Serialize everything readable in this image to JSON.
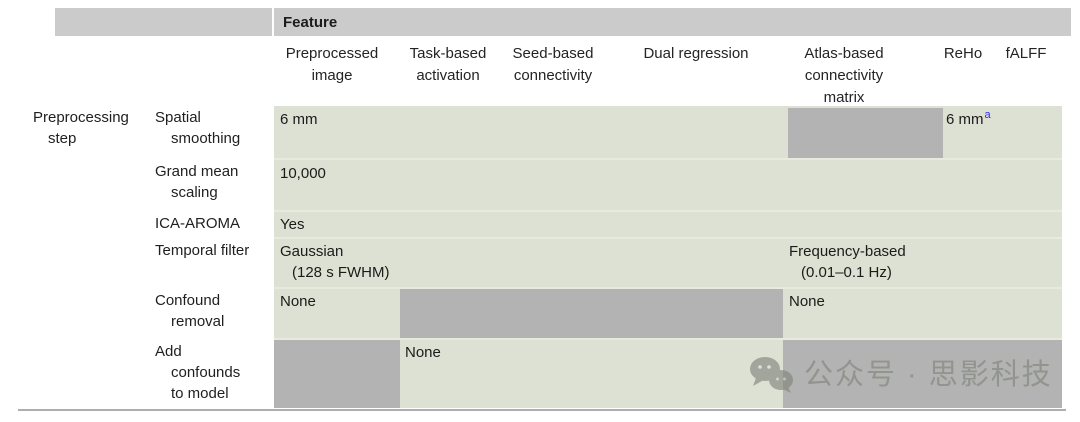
{
  "header": {
    "feature": "Feature"
  },
  "columns": [
    {
      "label": "Preprocessed\nimage"
    },
    {
      "label": "Task-based\nactivation"
    },
    {
      "label": "Seed-based\nconnectivity"
    },
    {
      "label": "Dual regression"
    },
    {
      "label": "Atlas-based\nconnectivity\nmatrix"
    },
    {
      "label": "ReHo"
    },
    {
      "label": "fALFF"
    }
  ],
  "row_group": {
    "label": "Preprocessing\nstep"
  },
  "rows": [
    {
      "label": "Spatial\nsmoothing",
      "preprocessed_image": "6 mm",
      "reho": "6 mm",
      "reho_footnote": "a"
    },
    {
      "label": "Grand mean\nscaling",
      "preprocessed_image": "10,000"
    },
    {
      "label": "ICA-AROMA",
      "preprocessed_image": "Yes"
    },
    {
      "label": "Temporal filter",
      "preprocessed_image": "Gaussian\n(128 s FWHM)",
      "atlas_based": "Frequency-based\n(0.01–0.1 Hz)"
    },
    {
      "label": "Confound\nremoval",
      "preprocessed_image": "None",
      "atlas_based": "None"
    },
    {
      "label": "Add\nconfounds\nto model",
      "task_based": "None"
    }
  ],
  "watermark": {
    "icon": "wechat-icon",
    "text": "公众号 · 思影科技"
  },
  "colors": {
    "header_band": "#cbcbcb",
    "shaded_cell": "#b3b3b3",
    "value_area": "#dde1d3",
    "footnote_link": "#2e2ee6",
    "watermark_gray": "#7e8279"
  }
}
